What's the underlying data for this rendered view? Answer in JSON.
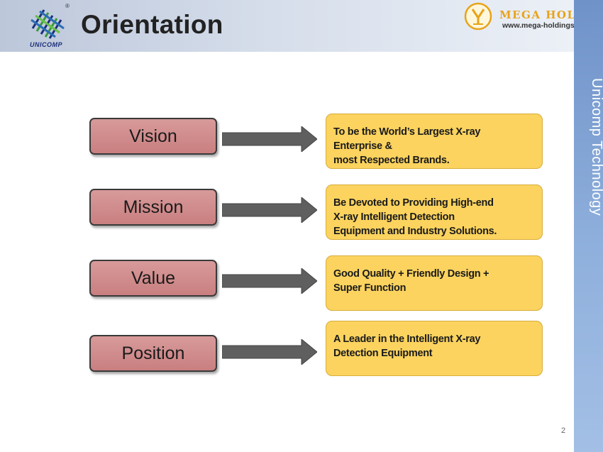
{
  "header": {
    "title": "Orientation",
    "logo_text": "UNICOMP",
    "registered_mark": "®",
    "partner_name": "MEGA HOLDINGS",
    "partner_url": "www.mega-holdings.net"
  },
  "side_band": {
    "text": "Unicomp Technology"
  },
  "items": [
    {
      "label": "Vision",
      "description": "To be the World’s Largest X-ray\nEnterprise &\nmost  Respected Brands."
    },
    {
      "label": "Mission",
      "description": "Be Devoted to Providing High-end\nX-ray Intelligent Detection\nEquipment and Industry Solutions."
    },
    {
      "label": "Value",
      "description": "Good Quality + Friendly Design +\nSuper Function"
    },
    {
      "label": "Position",
      "description": "A Leader in the Intelligent X-ray\nDetection Equipment"
    }
  ],
  "page_number": "2",
  "colors": {
    "label_fill": "#d08a8b",
    "desc_fill": "#fbd35e",
    "arrow_fill": "#5f5f5f",
    "side_band": "#8fb0dc"
  }
}
